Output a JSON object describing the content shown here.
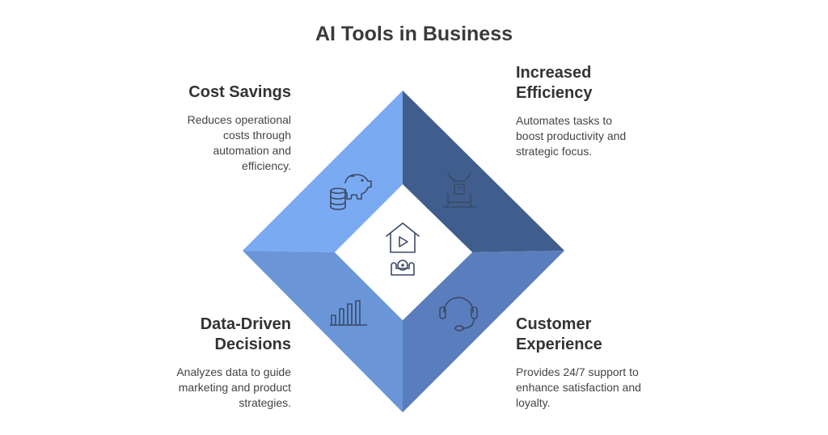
{
  "title": "AI Tools in Business",
  "colors": {
    "top_left": "#7aaaf2",
    "top_right": "#3f5e8e",
    "bottom_right": "#5a7dbd",
    "bottom_left": "#6a96d8",
    "center": "#ffffff",
    "icon_stroke": "#3a4a66"
  },
  "quadrants": [
    {
      "id": "cost-savings",
      "title": "Cost Savings",
      "description": [
        "Reduces operational",
        "costs through",
        "automation and",
        "efficiency."
      ],
      "icon": "piggy-bank-coins-icon"
    },
    {
      "id": "increased-efficiency",
      "title": "Increased Efficiency",
      "title_lines": [
        "Increased",
        "Efficiency"
      ],
      "description": [
        "Automates tasks to",
        "boost productivity and",
        "strategic focus."
      ],
      "icon": "robot-arm-icon"
    },
    {
      "id": "data-driven-decisions",
      "title": "Data-Driven Decisions",
      "title_lines": [
        "Data-Driven",
        "Decisions"
      ],
      "description": [
        "Analyzes data to guide",
        "marketing and product",
        "strategies."
      ],
      "icon": "bar-chart-icon"
    },
    {
      "id": "customer-experience",
      "title": "Customer Experience",
      "title_lines": [
        "Customer",
        "Experience"
      ],
      "description": [
        "Provides 24/7 support to",
        "enhance satisfaction and",
        "loyalty."
      ],
      "icon": "headset-icon"
    }
  ],
  "center_icon": "home-media-icon"
}
